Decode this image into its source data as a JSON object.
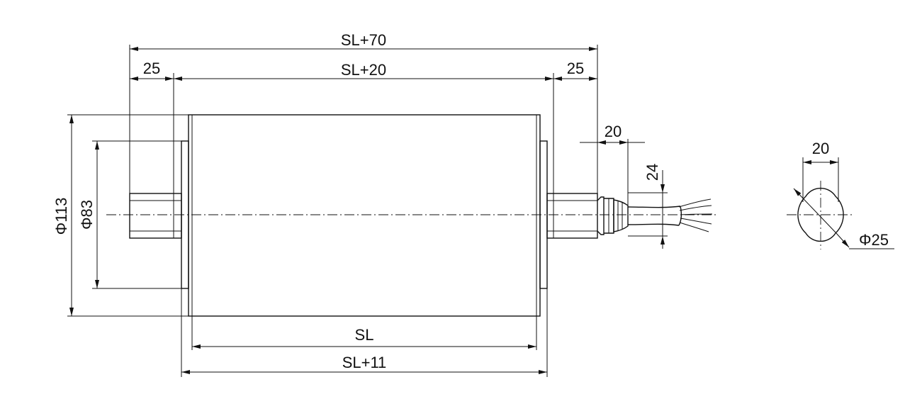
{
  "drawing": {
    "dimensions": {
      "overall_length": "SL+70",
      "left_end_length": "25",
      "mid_length": "SL+20",
      "right_end_length": "25",
      "tube_length": "SL",
      "tube_plus_flange_length": "SL+11",
      "tube_diameter": "Φ113",
      "flange_diameter": "Φ83",
      "cable_offset": "20",
      "cable_gland_size": "24",
      "shaft_flat_width": "20",
      "shaft_diameter": "Φ25"
    }
  }
}
